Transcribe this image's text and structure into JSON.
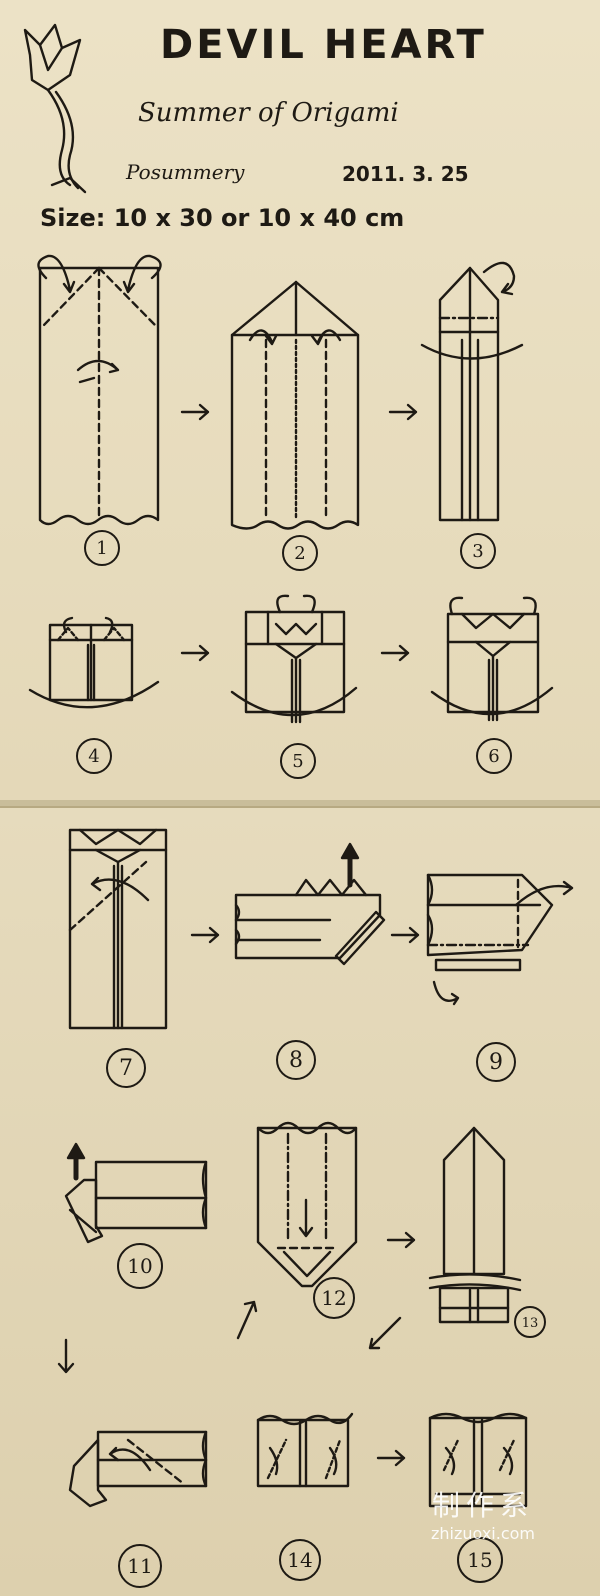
{
  "header": {
    "title": "DEVIL HEART",
    "subtitle": "Summer of Origami",
    "author": "Posummery",
    "date": "2011. 3. 25",
    "size": "Size: 10 x 30 or 10 x 40 cm"
  },
  "steps": [
    "①",
    "②",
    "③",
    "④",
    "⑤",
    "⑥",
    "⑦",
    "⑧",
    "⑨",
    "⑩",
    "⑪",
    "⑫",
    "⑬",
    "⑭",
    "⑮"
  ],
  "step_numbers": [
    "1",
    "2",
    "3",
    "4",
    "5",
    "6",
    "7",
    "8",
    "9",
    "10",
    "11",
    "12",
    "13",
    "14",
    "15"
  ],
  "watermark": {
    "chinese": "制作系",
    "url": "zhizuoxi.com"
  },
  "colors": {
    "paper": "#e8ddc0",
    "ink": "#1e1a14",
    "watermark": "#ffffff"
  },
  "icons": [
    "devil-heart-logo-icon",
    "valley-fold-arrow-icon",
    "turn-over-arrow-icon",
    "pull-up-arrow-icon",
    "next-step-arrow-icon"
  ]
}
